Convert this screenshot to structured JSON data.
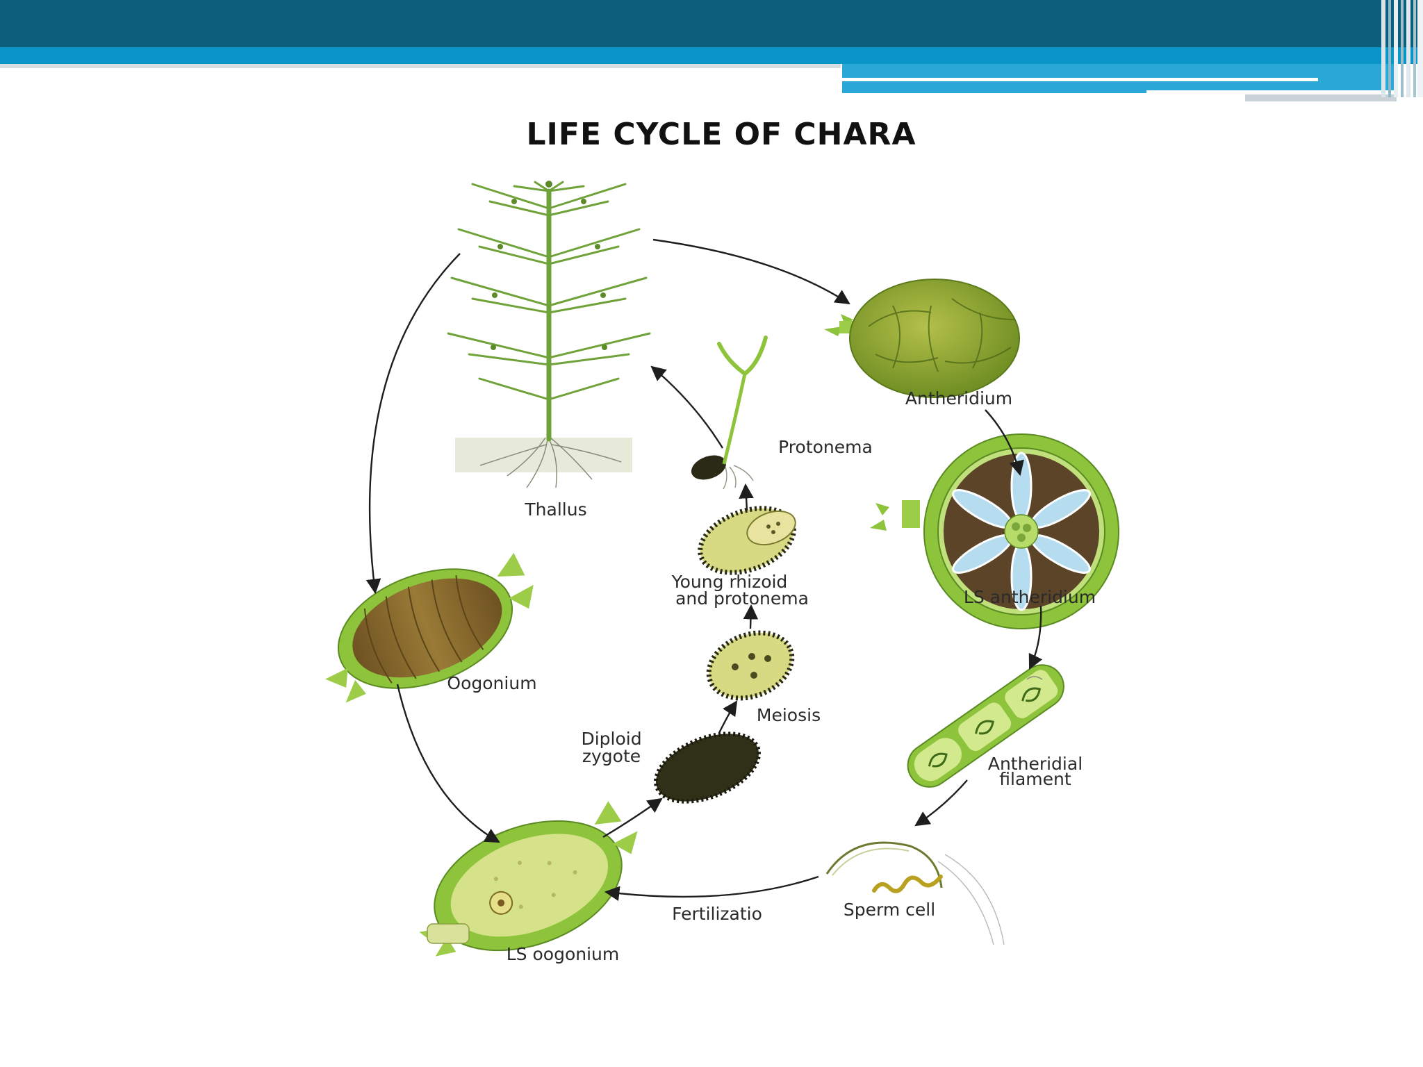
{
  "title": "LIFE CYCLE OF CHARA",
  "theme": {
    "header_dark": "#0b5e7c",
    "header_light": "#0a95c9",
    "plant_green": "#7ab83a",
    "dark_green": "#4e7d22",
    "oogonium_brown": "#8a6a2c",
    "zygote_dark": "#2f2f1a"
  },
  "stages": {
    "thallus": "Thallus",
    "antheridium": "Antheridium",
    "ls_antheridium": "LS antheridium",
    "antheridial_filament_1": "Antheridial",
    "antheridial_filament_2": "filament",
    "sperm_cell": "Sperm cell",
    "fertilization": "Fertilizatio",
    "ls_oogonium": "LS oogonium",
    "oogonium": "Oogonium",
    "diploid_zygote_1": "Diploid",
    "diploid_zygote_2": "zygote",
    "meiosis": "Meiosis",
    "young_rhizoid_1": "Young rhizoid",
    "young_rhizoid_2": "and protonema",
    "protonema": "Protonema"
  }
}
